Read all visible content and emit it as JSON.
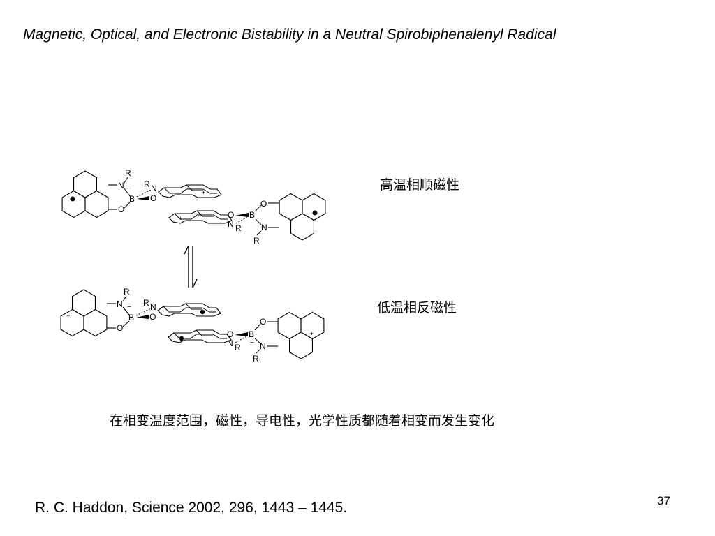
{
  "slide": {
    "title": "Magnetic, Optical, and Electronic Bistability in a Neutral Spirobiphenalenyl Radical",
    "high_temp_label": "高温相顺磁性",
    "low_temp_label": "低温相反磁性",
    "summary": "在相变温度范围，磁性，导电性，光学性质都随着相变而发生变化",
    "citation": "R. C. Haddon, Science 2002, 296, 1443 – 1445.",
    "page_number": "37"
  },
  "diagram": {
    "atom_R": "R",
    "atom_N": "N",
    "atom_O": "O",
    "atom_B": "B",
    "charge_minus": "−",
    "charge_plus": "+"
  }
}
